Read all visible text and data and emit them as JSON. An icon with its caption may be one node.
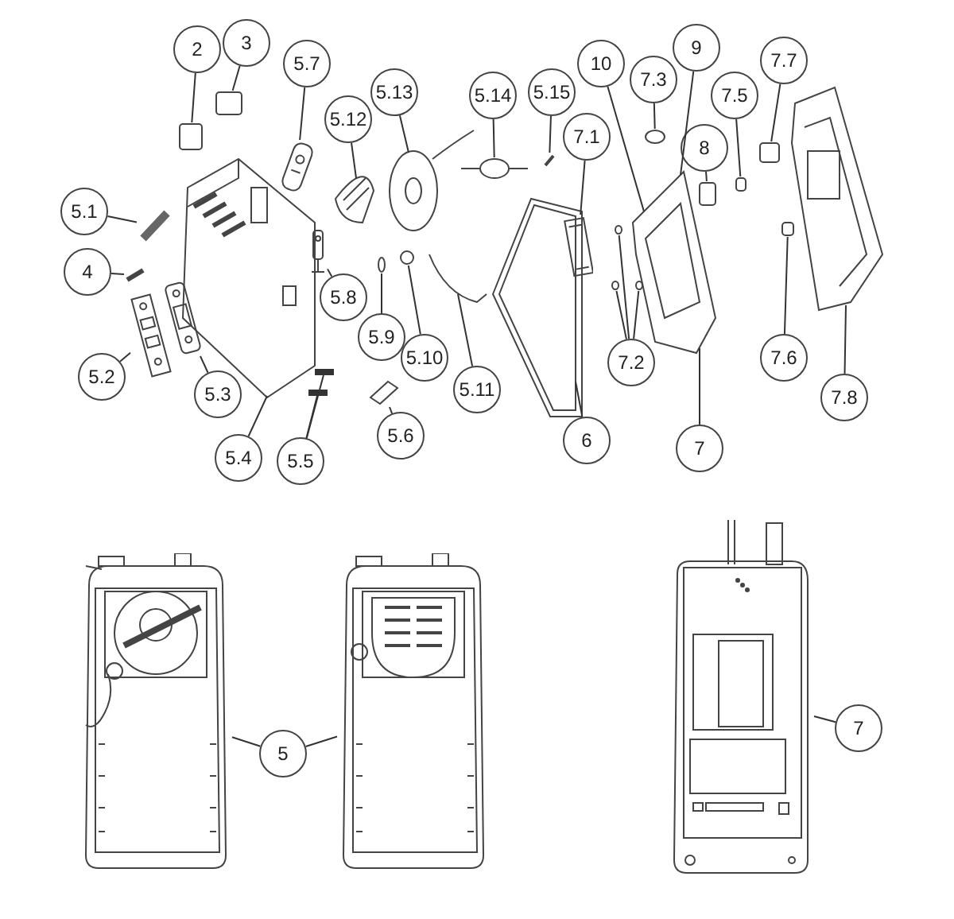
{
  "diagram": {
    "nodes": [
      {
        "text": [
          "2"
        ]
      },
      {
        "text": [
          "3"
        ]
      },
      {
        "text": [
          "5.7"
        ]
      },
      {
        "text": [
          "5.13"
        ]
      },
      {
        "text": [
          "5.12"
        ]
      },
      {
        "text": [
          "5.14"
        ]
      },
      {
        "text": [
          "5.15"
        ]
      },
      {
        "text": [
          "10"
        ]
      },
      {
        "text": [
          "7.3"
        ]
      },
      {
        "text": [
          "9"
        ]
      },
      {
        "text": [
          "7.1"
        ]
      },
      {
        "text": [
          "8"
        ]
      },
      {
        "text": [
          "7.5"
        ]
      },
      {
        "text": [
          "7.7"
        ]
      },
      {
        "text": [
          "5.1"
        ]
      },
      {
        "text": [
          "4"
        ]
      },
      {
        "text": [
          "5.8"
        ]
      },
      {
        "text": [
          "5.9"
        ]
      },
      {
        "text": [
          "5.10"
        ]
      },
      {
        "text": [
          "5.11"
        ]
      },
      {
        "text": [
          "5.2"
        ]
      },
      {
        "text": [
          "5.3"
        ]
      },
      {
        "text": [
          "5.4"
        ]
      },
      {
        "text": [
          "5.5"
        ]
      },
      {
        "text": [
          "5.6"
        ]
      },
      {
        "text": [
          "6"
        ]
      },
      {
        "text": [
          "7.2"
        ]
      },
      {
        "text": [
          "7"
        ]
      },
      {
        "text": [
          "7.6"
        ]
      },
      {
        "text": [
          "7.8"
        ]
      },
      {
        "text": [],
        "shape": "picture"
      },
      {
        "text": [
          "5"
        ]
      },
      {
        "text": [],
        "shape": "picture"
      },
      {
        "text": [],
        "shape": "picture"
      },
      {
        "text": [
          "7"
        ]
      },
      {
        "text": [],
        "shape": "box"
      },
      {
        "text": [],
        "shape": "box"
      },
      {
        "text": [],
        "shape": "picture"
      },
      {
        "text": [],
        "shape": "picture"
      },
      {
        "text": [],
        "shape": "picture"
      },
      {
        "text": [],
        "shape": "picture"
      },
      {
        "text": [],
        "shape": "picture"
      },
      {
        "text": [],
        "shape": "picture"
      },
      {
        "text": [],
        "shape": "circle"
      },
      {
        "text": [],
        "shape": "picture"
      },
      {
        "text": [],
        "shape": "box"
      },
      {
        "text": [],
        "shape": "box"
      },
      {
        "text": [],
        "shape": "box"
      },
      {
        "text": [],
        "shape": "picture"
      },
      {
        "text": [],
        "shape": "picture"
      },
      {
        "text": [],
        "shape": "picture"
      },
      {
        "text": [],
        "shape": "circle"
      },
      {
        "text": [],
        "shape": "circle"
      },
      {
        "text": [],
        "shape": "picture"
      },
      {
        "text": [],
        "shape": "picture"
      },
      {
        "text": [],
        "shape": "picture"
      },
      {
        "text": [],
        "shape": "picture"
      },
      {
        "text": [],
        "shape": "bar"
      },
      {
        "text": [],
        "shape": "bar"
      },
      {
        "text": [],
        "shape": "picture"
      },
      {
        "text": [],
        "shape": "picture"
      },
      {
        "text": [],
        "shape": "circle"
      },
      {
        "text": [],
        "shape": "circle"
      },
      {
        "text": [],
        "shape": "circle"
      },
      {
        "text": [],
        "shape": "box"
      },
      {
        "text": [],
        "shape": "picture"
      }
    ],
    "edges": [
      {
        "from": 0,
        "to": 35,
        "arrow": "none"
      },
      {
        "from": 1,
        "to": 36,
        "arrow": "none"
      },
      {
        "from": 2,
        "to": 37,
        "arrow": "none"
      },
      {
        "from": 3,
        "to": 38,
        "arrow": "none"
      },
      {
        "from": 4,
        "to": 39,
        "arrow": "none"
      },
      {
        "from": 5,
        "to": 40,
        "arrow": "none"
      },
      {
        "from": 6,
        "to": 41,
        "arrow": "none"
      },
      {
        "from": 7,
        "to": 42,
        "arrow": "none"
      },
      {
        "from": 8,
        "to": 43,
        "arrow": "none"
      },
      {
        "from": 9,
        "to": 42,
        "arrow": "none"
      },
      {
        "from": 10,
        "to": 44,
        "arrow": "none"
      },
      {
        "from": 11,
        "to": 45,
        "arrow": "none"
      },
      {
        "from": 12,
        "to": 46,
        "arrow": "none"
      },
      {
        "from": 13,
        "to": 47,
        "arrow": "none"
      },
      {
        "from": 14,
        "to": 48,
        "arrow": "none"
      },
      {
        "from": 15,
        "to": 49,
        "arrow": "none"
      },
      {
        "from": 16,
        "to": 50,
        "arrow": "none"
      },
      {
        "from": 17,
        "to": 51,
        "arrow": "none"
      },
      {
        "from": 18,
        "to": 52,
        "arrow": "none"
      },
      {
        "from": 19,
        "to": 53,
        "arrow": "none"
      },
      {
        "from": 20,
        "to": 54,
        "arrow": "none"
      },
      {
        "from": 21,
        "to": 55,
        "arrow": "none"
      },
      {
        "from": 22,
        "to": 56,
        "arrow": "none"
      },
      {
        "from": 23,
        "to": 57,
        "arrow": "none"
      },
      {
        "from": 23,
        "to": 58,
        "arrow": "none"
      },
      {
        "from": 24,
        "to": 59,
        "arrow": "none"
      },
      {
        "from": 25,
        "to": 60,
        "arrow": "none"
      },
      {
        "from": 26,
        "to": 61,
        "arrow": "none"
      },
      {
        "from": 26,
        "to": 62,
        "arrow": "none"
      },
      {
        "from": 26,
        "to": 63,
        "arrow": "none"
      },
      {
        "from": 27,
        "to": 42,
        "arrow": "none"
      },
      {
        "from": 28,
        "to": 64,
        "arrow": "none"
      },
      {
        "from": 29,
        "to": 65,
        "arrow": "none"
      },
      {
        "from": 31,
        "to": 30,
        "arrow": "none"
      },
      {
        "from": 31,
        "to": 32,
        "arrow": "none"
      },
      {
        "from": 34,
        "to": 33,
        "arrow": "none"
      }
    ]
  }
}
